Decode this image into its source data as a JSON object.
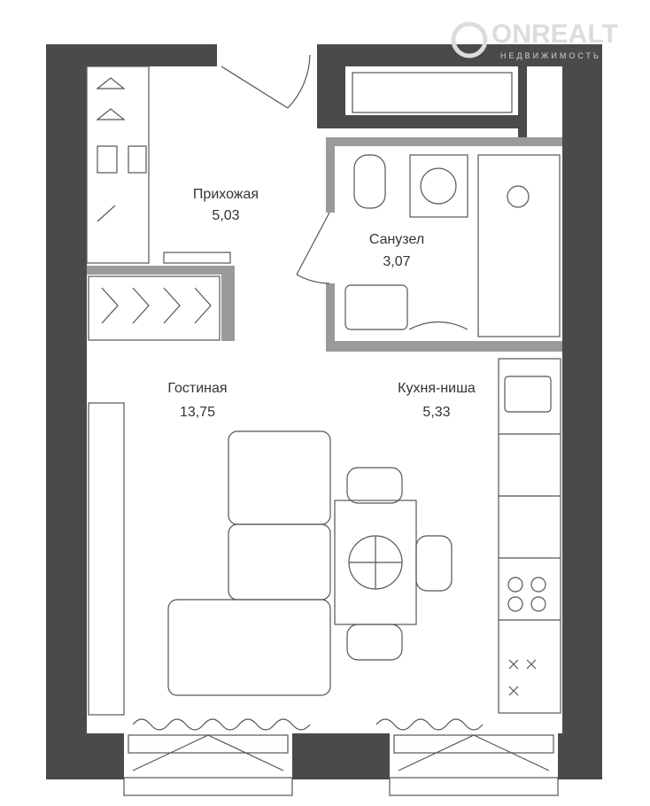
{
  "watermark": {
    "brand": "ONREALT",
    "tagline": "НЕДВИЖИМОСТЬ"
  },
  "rooms": [
    {
      "name": "Прихожая",
      "area": "5,03"
    },
    {
      "name": "Санузел",
      "area": "3,07"
    },
    {
      "name": "Гостиная",
      "area": "13,75"
    },
    {
      "name": "Кухня-ниша",
      "area": "5,33"
    }
  ],
  "colors": {
    "wall": "#4a4a4a",
    "partition": "#9a9a9a",
    "line": "#555555"
  }
}
